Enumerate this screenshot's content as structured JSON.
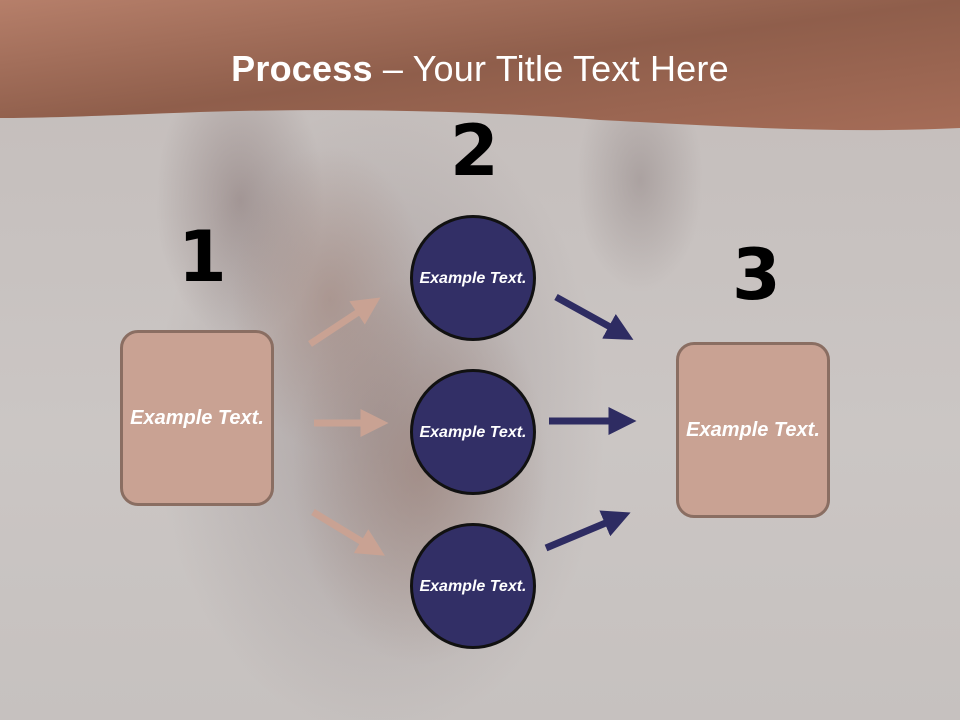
{
  "slide": {
    "title_bold": "Process",
    "title_rest": " – Your Title Text Here",
    "accent_color": "#a46c57",
    "steps": [
      {
        "number": "1",
        "text": "Example Text."
      },
      {
        "number": "2",
        "text": "Example Text."
      },
      {
        "number": "3",
        "text": "Example Text."
      }
    ],
    "middle_items": [
      {
        "text": "Example Text."
      },
      {
        "text": "Example Text."
      },
      {
        "text": "Example Text."
      }
    ],
    "colors": {
      "box_fill": "#c9a293",
      "circle_fill": "#322f66",
      "arrow_left": "#c9a293",
      "arrow_right": "#2e2c62"
    }
  }
}
